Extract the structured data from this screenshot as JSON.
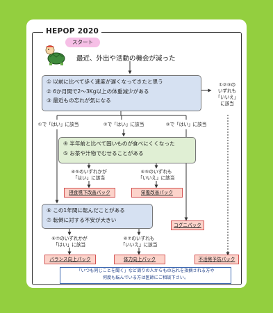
{
  "diagram": {
    "title": "HEPOP 2020",
    "start_label": "スタート",
    "intro": "最近、外出や活動の機会が減った",
    "q1": [
      "① 以前に比べて歩く速度が遅くなってきたと思う",
      "② 6か月間で2～3Kg以上の体重減少がある",
      "③ 最近もの忘れが気になる"
    ],
    "q1_none": [
      "①②③の",
      "いずれも",
      "「いいえ」",
      "に該当"
    ],
    "branch": [
      "①で「はい」に該当",
      "②で「はい」に該当",
      "③で「はい」に該当"
    ],
    "q2": [
      "④ 半年前と比べて固いものが食べにくくなった",
      "⑤ お茶や汁物でむせることがある"
    ],
    "q2_yes": [
      "④⑤のいずれかが",
      "「はい」に該当"
    ],
    "q2_no": [
      "④⑤のいずれも",
      "「いいえ」に該当"
    ],
    "q3": [
      "⑥ この1年間に転んだことがある",
      "⑦ 転倒に対する不安が大きい"
    ],
    "q3_yes": [
      "⑥⑦のいずれかが",
      "「はい」に該当"
    ],
    "q3_no": [
      "⑥⑦のいずれも",
      "「いいえ」に該当"
    ],
    "results": {
      "eating": "摂食嚥下改善パック",
      "nutrition": "栄養改善パック",
      "cognitive": "コグニパック",
      "balance": "バランス向上パック",
      "strength": "体力向上パック",
      "inactivity": "不活発予防パック"
    },
    "note": [
      "「いつも同じことを聞く」など周りの人からもの忘れを指摘される方や",
      "何度も転んでいる方は医師にご相談下さい。"
    ]
  },
  "colors": {
    "background": "#93cf3f",
    "question_blue": "#d6e1f2",
    "question_green": "#e0efd4",
    "result_fill": "#fcd3ca",
    "start_pink": "#f6bfe6"
  }
}
